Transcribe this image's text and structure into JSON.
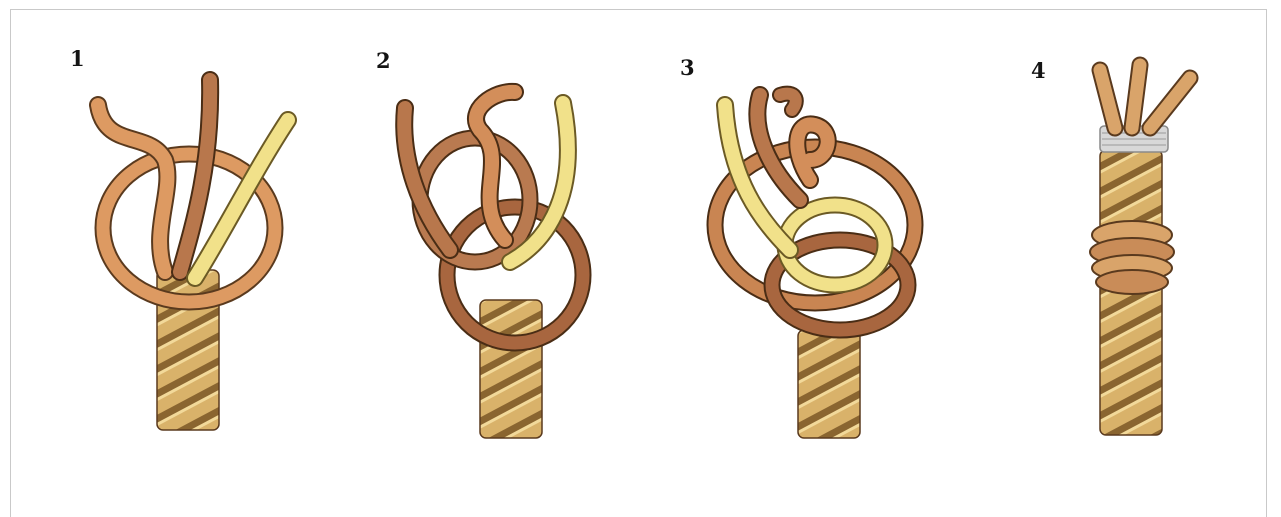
{
  "steps": [
    {
      "label": "1"
    },
    {
      "label": "2"
    },
    {
      "label": "3"
    },
    {
      "label": "4"
    }
  ],
  "colors": {
    "strand_orange": "#d9935c",
    "strand_brown": "#b07048",
    "strand_yellow": "#f1e18a",
    "rope": "#d9b26a",
    "rope_shadow": "#7a5a2a",
    "outline": "#5a3a1e",
    "whipping": "#cfcfcf"
  }
}
